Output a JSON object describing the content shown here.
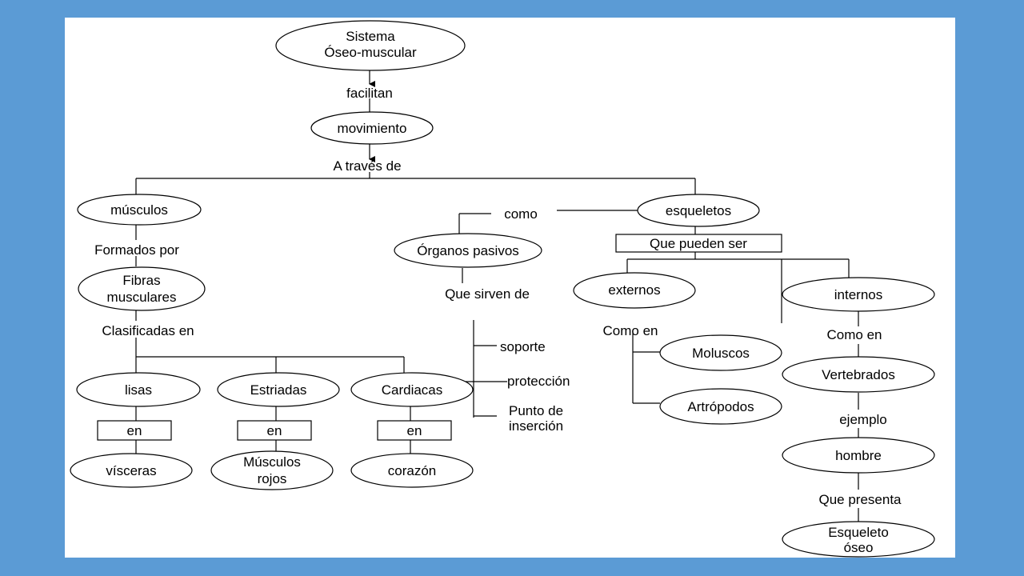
{
  "nodes": {
    "sistema": [
      "Sistema",
      "Óseo-muscular"
    ],
    "movimiento": "movimiento",
    "musculos": "músculos",
    "fibras": [
      "Fibras",
      "musculares"
    ],
    "organos_pasivos": "Órganos pasivos",
    "esqueletos": "esqueletos",
    "externos": "externos",
    "internos": "internos",
    "moluscos": "Moluscos",
    "artropodos": "Artrópodos",
    "vertebrados": "Vertebrados",
    "hombre": "hombre",
    "esqueleto_oseo": [
      "Esqueleto",
      "óseo"
    ],
    "lisas": "lisas",
    "estriadas": "Estriadas",
    "cardiacas": "Cardiacas",
    "visceras": "vísceras",
    "musculos_rojos": [
      "Músculos",
      "rojos"
    ],
    "corazon": "corazón"
  },
  "boxes": {
    "que_pueden_ser": "Que pueden ser",
    "en": "en"
  },
  "links": {
    "facilitan": "facilitan",
    "a_traves_de": "A través de",
    "formados_por": "Formados por",
    "clasificadas_en": "Clasificadas en",
    "como": "como",
    "que_sirven_de": "Que sirven de",
    "como_en": "Como en",
    "ejemplo": "ejemplo",
    "que_presenta": "Que presenta"
  },
  "functions": {
    "soporte": "soporte",
    "proteccion": "protección",
    "punto_insercion": [
      "Punto de",
      "inserción"
    ]
  }
}
